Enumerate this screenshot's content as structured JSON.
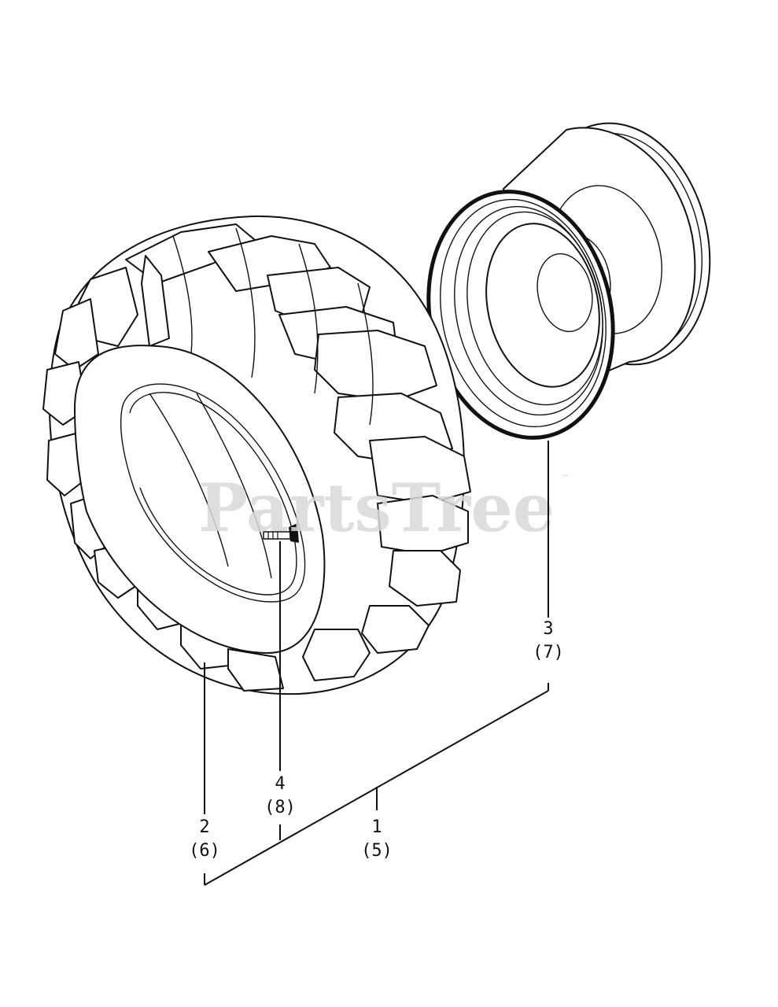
{
  "watermark": {
    "text": "PartsTree",
    "trademark": "™"
  },
  "callouts": [
    {
      "id": "rim",
      "number": "3",
      "qty": "(7)"
    },
    {
      "id": "tire",
      "number": "2",
      "qty": "(6)"
    },
    {
      "id": "valve",
      "number": "4",
      "qty": "(8)"
    },
    {
      "id": "wheel",
      "number": "1",
      "qty": "(5)"
    }
  ],
  "colors": {
    "line": "#111111",
    "watermark": "#d9d9d9",
    "background": "#ffffff"
  }
}
